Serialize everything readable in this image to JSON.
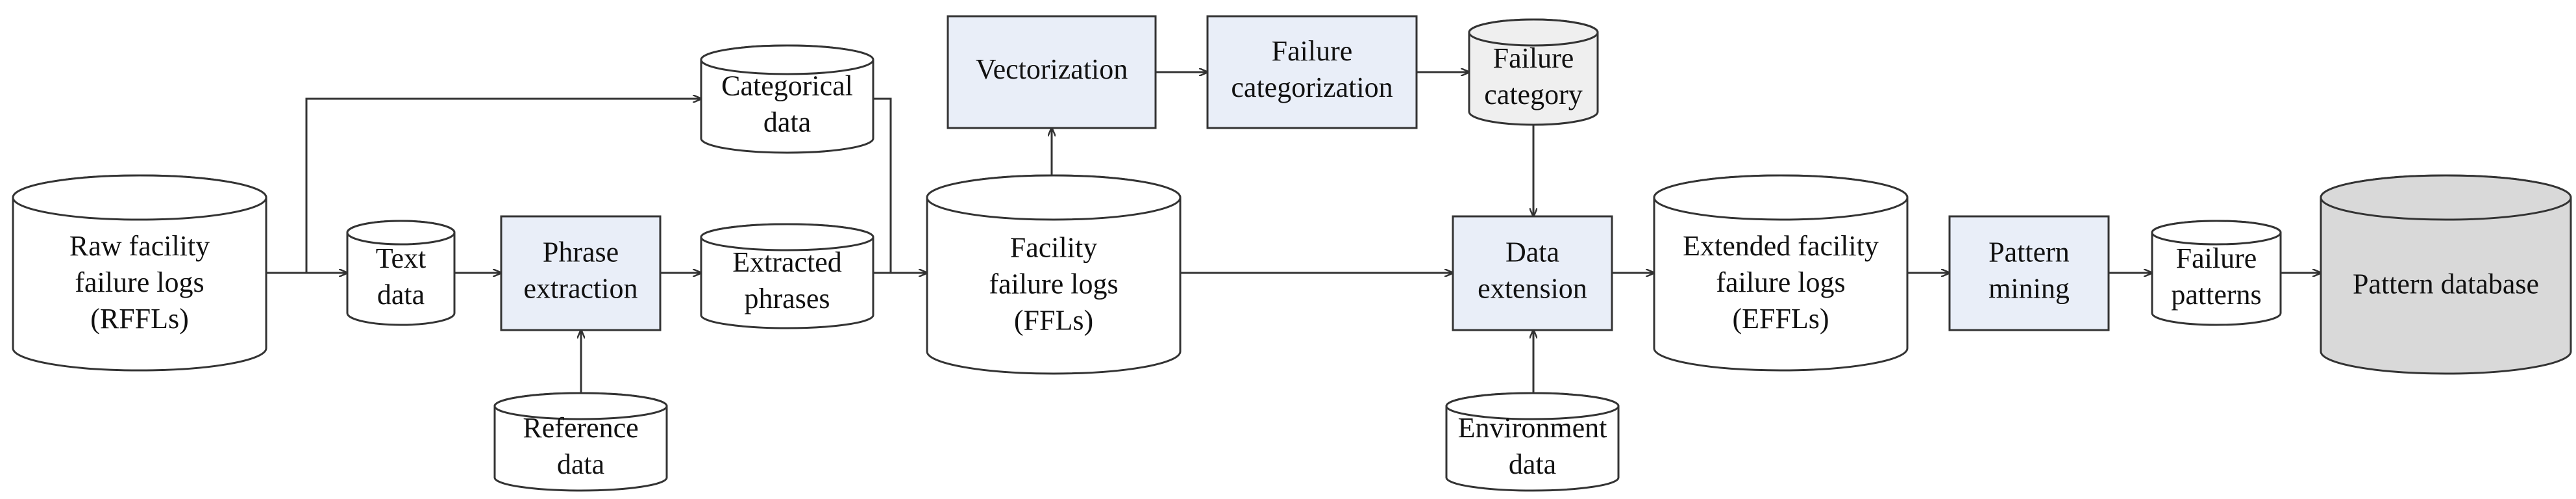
{
  "nodes": {
    "raw_logs": {
      "lines": [
        "Raw facility",
        "failure logs",
        "(RFFLs)"
      ]
    },
    "text_data": {
      "lines": [
        "Text",
        "data"
      ]
    },
    "categorical_data": {
      "lines": [
        "Categorical",
        "data"
      ]
    },
    "phrase_extraction": {
      "lines": [
        "Phrase",
        "extraction"
      ]
    },
    "reference_data": {
      "lines": [
        "Reference",
        "data"
      ]
    },
    "extracted_phrases": {
      "lines": [
        "Extracted",
        "phrases"
      ]
    },
    "ffls": {
      "lines": [
        "Facility",
        "failure logs",
        "(FFLs)"
      ]
    },
    "vectorization": {
      "lines": [
        "Vectorization"
      ]
    },
    "failure_categorization": {
      "lines": [
        "Failure",
        "categorization"
      ]
    },
    "failure_category": {
      "lines": [
        "Failure",
        "category"
      ]
    },
    "data_extension": {
      "lines": [
        "Data",
        "extension"
      ]
    },
    "environment_data": {
      "lines": [
        "Environment",
        "data"
      ]
    },
    "effls": {
      "lines": [
        "Extended facility",
        "failure logs",
        "(EFFLs)"
      ]
    },
    "pattern_mining": {
      "lines": [
        "Pattern",
        "mining"
      ]
    },
    "failure_patterns": {
      "lines": [
        "Failure",
        "patterns"
      ]
    },
    "pattern_database": {
      "lines": [
        "Pattern database"
      ]
    }
  },
  "colors": {
    "process_fill": "#e9eef8",
    "database_fill": "#d9d9d9",
    "category_fill": "#efefef",
    "line": "#333333"
  }
}
